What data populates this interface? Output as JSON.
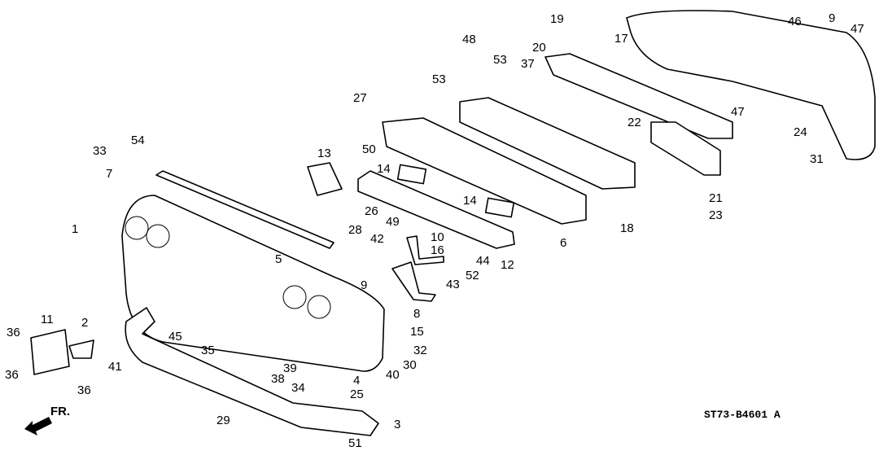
{
  "diagram": {
    "direction_label": "FR.",
    "diagram_code": "ST73-B4601 A",
    "callouts": [
      "19",
      "48",
      "53",
      "20",
      "37",
      "53",
      "17",
      "46",
      "9",
      "47",
      "47",
      "24",
      "31",
      "22",
      "18",
      "21",
      "23",
      "27",
      "50",
      "13",
      "14",
      "14",
      "33",
      "54",
      "7",
      "1",
      "26",
      "28",
      "42",
      "49",
      "10",
      "16",
      "44",
      "12",
      "6",
      "52",
      "43",
      "5",
      "9",
      "8",
      "15",
      "11",
      "2",
      "41",
      "45",
      "36",
      "36",
      "36",
      "35",
      "32",
      "39",
      "38",
      "4",
      "40",
      "30",
      "34",
      "25",
      "3",
      "29",
      "51"
    ]
  }
}
